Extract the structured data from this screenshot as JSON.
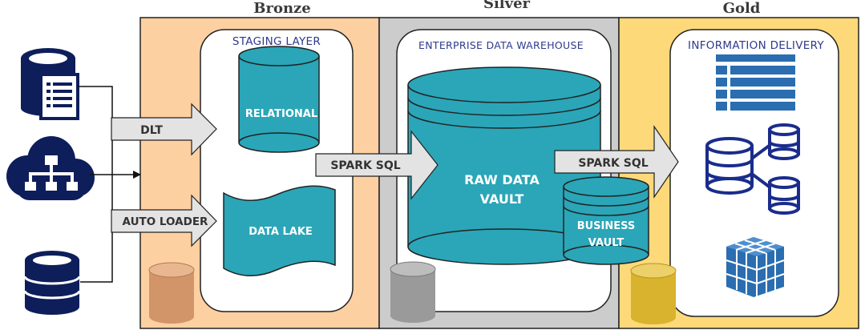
{
  "zones": {
    "bronze": {
      "title": "Bronze",
      "color": "#fdd0a2",
      "cylinder_color": "#d2956a"
    },
    "silver": {
      "title": "Silver",
      "color": "#cccccc",
      "cylinder_color": "#9a9a9a"
    },
    "gold": {
      "title": "Gold",
      "color": "#fdd97a",
      "cylinder_color": "#d9b32d"
    }
  },
  "layers": {
    "staging": {
      "title": "STAGING LAYER",
      "relational": "RELATIONAL",
      "data_lake": "DATA LAKE"
    },
    "edw": {
      "title": "ENTERPRISE DATA WAREHOUSE",
      "raw_vault_line1": "RAW DATA",
      "raw_vault_line2": "VAULT",
      "business_vault_line1": "BUSINESS",
      "business_vault_line2": "VAULT"
    },
    "delivery": {
      "title": "INFORMATION DELIVERY"
    }
  },
  "arrows": {
    "dlt": "DLT",
    "auto_loader": "AUTO LOADER",
    "spark_sql_1": "SPARK SQL",
    "spark_sql_2": "SPARK SQL"
  },
  "sources": [
    {
      "icon": "database-document-icon"
    },
    {
      "icon": "cloud-network-icon"
    },
    {
      "icon": "database-icon"
    }
  ],
  "delivery_icons": [
    "table-list-icon",
    "connected-databases-icon",
    "data-cube-icon"
  ],
  "colors": {
    "teal": "#2aa6b8",
    "navy": "#0e1e5b",
    "arrow_fill": "#e3e3e3",
    "cube_blue": "#2a6db0"
  }
}
